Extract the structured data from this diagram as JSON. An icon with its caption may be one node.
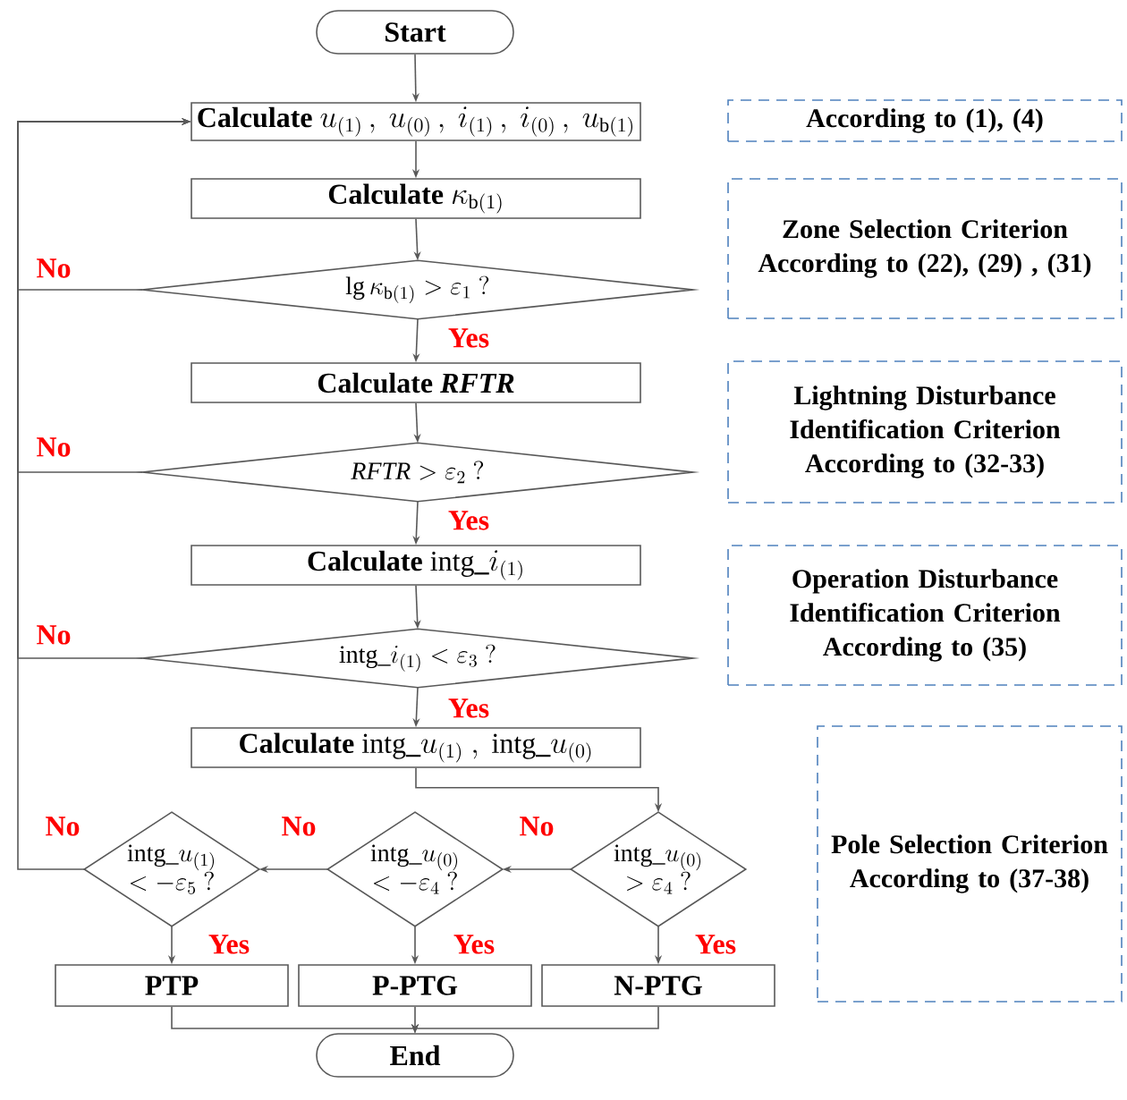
{
  "diagram": {
    "nodes": [
      {
        "text": [
          "Start"
        ]
      },
      {
        "text": [
          "Calculate",
          "u_{(1)}\\,,\\ u_{(0)}\\,,\\ i_{(1)}\\,,\\ i_{(0)}\\,,\\ u_{\\mathrm{b}(1)}"
        ]
      },
      {
        "text": [
          "Calculate",
          "\\kappa_{\\mathrm{b}(1)}"
        ]
      },
      {
        "text": [
          "\\lg\\kappa_{\\mathrm{b}(1)} > \\varepsilon_{1}\\ ?"
        ]
      },
      {
        "text": [
          "Calculate *RFTR*"
        ]
      },
      {
        "text": [
          "\\mathit{RFTR} > \\varepsilon_{2}\\ ?"
        ]
      },
      {
        "text": [
          "Calculate",
          "\\mathrm{intg}\\_i_{(1)}"
        ]
      },
      {
        "text": [
          "\\mathrm{intg}\\_i_{(1)} < \\varepsilon_{3}\\ ?"
        ]
      },
      {
        "text": [
          "Calculate",
          "\\mathrm{intg}\\_u_{(1)}\\ ,\\ \\mathrm{intg}\\_u_{(0)}"
        ]
      },
      {
        "text": [
          "\\mathrm{intg}\\_u_{(1)}",
          "< -\\varepsilon_{5}\\ ?"
        ]
      },
      {
        "text": [
          "\\mathrm{intg}\\_u_{(0)}",
          "< -\\varepsilon_{4}\\ ?"
        ]
      },
      {
        "text": [
          "\\mathrm{intg}\\_u_{(0)}",
          "> \\varepsilon_{4}\\ ?"
        ]
      },
      {
        "text": [
          "PTP"
        ]
      },
      {
        "text": [
          "P-PTG"
        ]
      },
      {
        "text": [
          "N-PTG"
        ]
      },
      {
        "text": [
          "End"
        ]
      },
      {
        "text": [
          "According to (1), (4)"
        ]
      },
      {
        "text": [
          "Zone Selection Criterion According to (22), (29) , (31)"
        ]
      },
      {
        "text": [
          "Lightning Disturbance Identification Criterion According to (32-33)"
        ]
      },
      {
        "text": [
          "Operation Disturbance Identification Criterion According to (35)"
        ]
      },
      {
        "text": [
          "Pole Selection Criterion According to (37-38)"
        ]
      }
    ],
    "edges": [
      {
        "from": 0,
        "to": 1,
        "arrow": "to"
      },
      {
        "from": 1,
        "to": 2,
        "arrow": "to"
      },
      {
        "from": 2,
        "to": 3,
        "arrow": "to"
      },
      {
        "from": 3,
        "to": 4,
        "arrow": "to",
        "label": "Yes"
      },
      {
        "from": 3,
        "to": 1,
        "arrow": "to",
        "label": "No"
      },
      {
        "from": 4,
        "to": 5,
        "arrow": "to"
      },
      {
        "from": 5,
        "to": 6,
        "arrow": "to",
        "label": "Yes"
      },
      {
        "from": 5,
        "to": 1,
        "arrow": "to",
        "label": "No"
      },
      {
        "from": 6,
        "to": 7,
        "arrow": "to"
      },
      {
        "from": 7,
        "to": 8,
        "arrow": "to",
        "label": "Yes"
      },
      {
        "from": 7,
        "to": 1,
        "arrow": "to",
        "label": "No"
      },
      {
        "from": 8,
        "to": 11,
        "arrow": "to"
      },
      {
        "from": 11,
        "to": 10,
        "arrow": "to",
        "label": "No"
      },
      {
        "from": 10,
        "to": 9,
        "arrow": "to",
        "label": "No"
      },
      {
        "from": 9,
        "to": 1,
        "arrow": "to",
        "label": "No"
      },
      {
        "from": 9,
        "to": 12,
        "arrow": "to",
        "label": "Yes"
      },
      {
        "from": 10,
        "to": 13,
        "arrow": "to",
        "label": "Yes"
      },
      {
        "from": 11,
        "to": 14,
        "arrow": "to",
        "label": "Yes"
      },
      {
        "from": 12,
        "to": 15,
        "arrow": "to"
      },
      {
        "from": 13,
        "to": 15,
        "arrow": "to"
      },
      {
        "from": 14,
        "to": 15,
        "arrow": "to"
      }
    ]
  }
}
